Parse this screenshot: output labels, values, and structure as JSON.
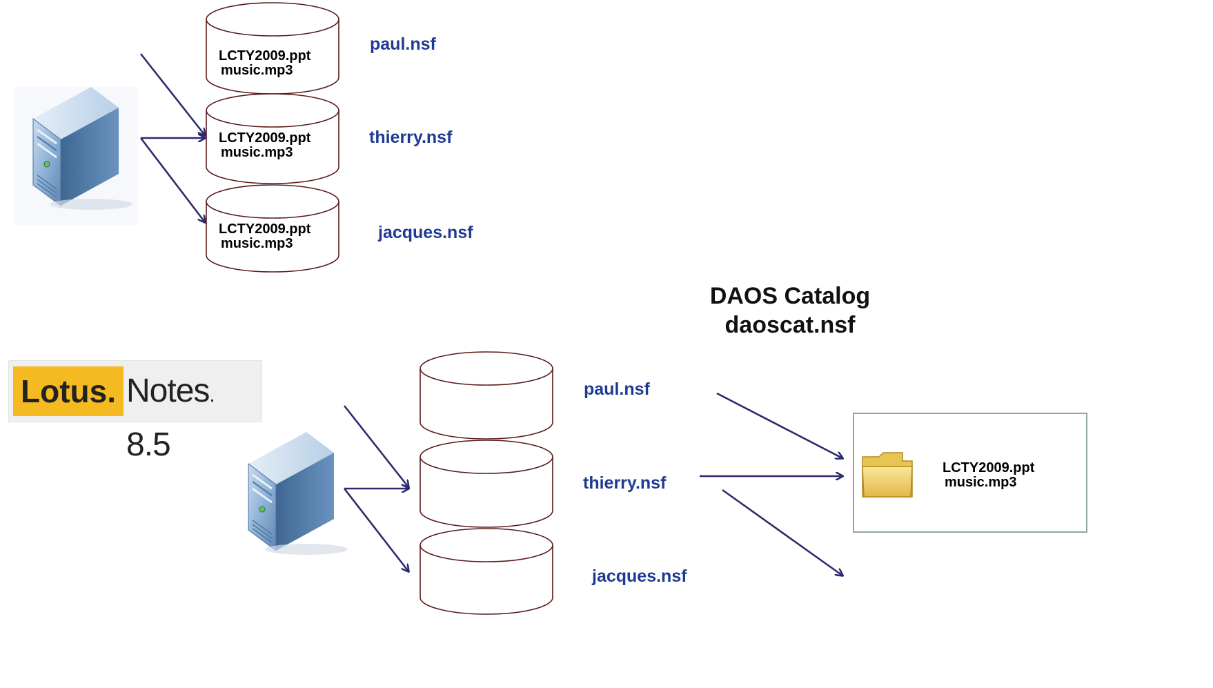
{
  "colors": {
    "db_label": "#1f3a93",
    "arrow": "#2a2a6e",
    "cylinder_stroke": "#5a1a1a",
    "logo_yellow": "#f5b922",
    "folder": "#f2d36a"
  },
  "top_section": {
    "databases": [
      {
        "name": "paul.nsf",
        "files": [
          "LCTY2009.ppt",
          "music.mp3"
        ]
      },
      {
        "name": "thierry.nsf",
        "files": [
          "LCTY2009.ppt",
          "music.mp3"
        ]
      },
      {
        "name": "jacques.nsf",
        "files": [
          "LCTY2009.ppt",
          "music.mp3"
        ]
      }
    ],
    "server_icon": "server-tower-icon"
  },
  "bottom_section": {
    "logo": {
      "brand": "Lotus.",
      "product": "Notes",
      "version": "8.5"
    },
    "databases": [
      {
        "name": "paul.nsf"
      },
      {
        "name": "thierry.nsf"
      },
      {
        "name": "jacques.nsf"
      }
    ],
    "catalog": {
      "title": "DAOS Catalog",
      "filename": "daoscat.nsf",
      "files": [
        "LCTY2009.ppt",
        "music.mp3"
      ],
      "icon": "folder-icon"
    },
    "server_icon": "server-tower-icon"
  }
}
